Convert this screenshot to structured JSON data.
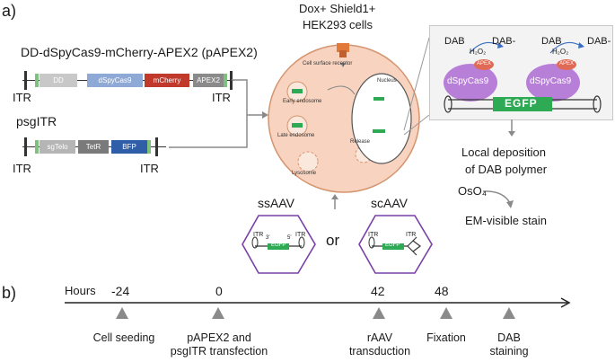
{
  "panel_a": "a)",
  "panel_b": "b)",
  "construct1": {
    "title": "DD-dSpyCas9-mCherry-APEX2 (pAPEX2)",
    "segments": [
      "DD",
      "dSpyCas9",
      "mCherry",
      "APEX2"
    ],
    "itr_left": "ITR",
    "itr_right": "ITR"
  },
  "construct2": {
    "title": "psgITR",
    "segments": [
      "sgTelo",
      "TetR",
      "BFP"
    ],
    "itr_left": "ITR",
    "itr_right": "ITR"
  },
  "treatment_line1": "Dox+ Shield1+",
  "treatment_line2": "HEK293 cells",
  "cell_labels": {
    "receptor": "Cell surface receptor",
    "early": "Early endosome",
    "late": "Late endosome",
    "release": "Release",
    "lysosome": "Lysosome",
    "nucleus": "Nucleus"
  },
  "inset": {
    "dab": "DAB",
    "dab_minus": "DAB-",
    "h2o2": "H₂O₂",
    "apex": "APEX",
    "cas9": "dSpyCas9",
    "egfp": "EGFP"
  },
  "local_deposition_1": "Local deposition",
  "local_deposition_2": "of DAB polymer",
  "oso4": "OsO₄",
  "em_stain": "EM-visible stain",
  "ssaav": "ssAAV",
  "scaav": "scAAV",
  "or": "or",
  "vector": {
    "itr": "ITR",
    "p3": "3'",
    "p5": "5'",
    "egfp": "EGFP"
  },
  "timeline": {
    "hours_label": "Hours",
    "points": [
      {
        "hour": "-24",
        "label_1": "Cell seeding",
        "label_2": ""
      },
      {
        "hour": "0",
        "label_1": "pAPEX2 and",
        "label_2": "psgITR transfection"
      },
      {
        "hour": "42",
        "label_1": "rAAV",
        "label_2": "transduction"
      },
      {
        "hour": "48",
        "label_1": "Fixation",
        "label_2": ""
      },
      {
        "hour": "",
        "label_1": "DAB",
        "label_2": "staining"
      }
    ]
  },
  "colors": {
    "dd": "#c8c8c8",
    "dspycas9": "#8fa9d6",
    "mcherry": "#c0392b",
    "apex2": "#8a8a8a",
    "sgtelo": "#b5b5b5",
    "tetr": "#7a7a7a",
    "bfp": "#2f5da8",
    "itr_green": "#7fc07f",
    "cell": "#f7d3c0",
    "egfp": "#2eaa55",
    "cas9": "#b87fd8",
    "apex": "#e06a55"
  }
}
